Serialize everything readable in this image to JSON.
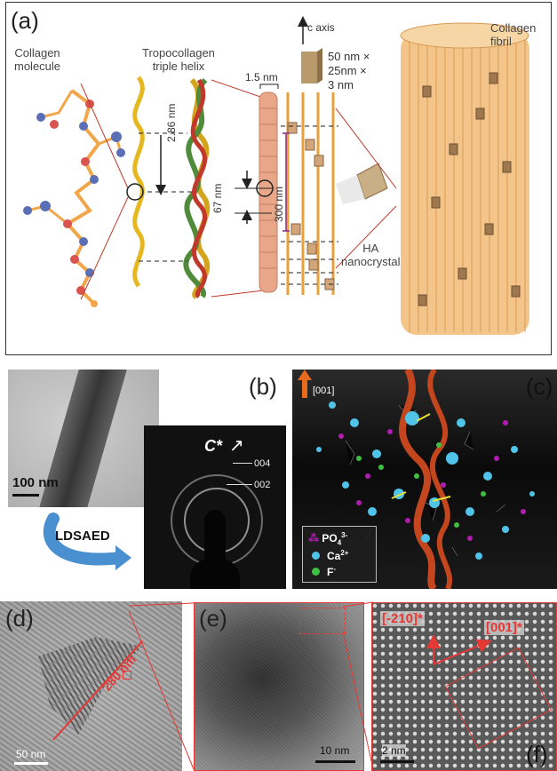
{
  "panel_a": {
    "label": "(a)",
    "collagen_molecule": "Collagen\nmolecule",
    "tropocollagen": "Tropocollagen\ntriple helix",
    "c_axis": "c axis",
    "crystal_dims": "50 nm ×\n25nm ×\n3 nm",
    "d_15": "1.5 nm",
    "d_286": "2.86 nm",
    "d_300": "300 nm",
    "d_67": "67 nm",
    "ha": "HA\nnanocrystal",
    "fibril": "Collagen\nfibril"
  },
  "panel_b": {
    "label": "(b)",
    "scale": "100 nm",
    "method": "LDSAED",
    "c_star": "C*",
    "ring_004": "004",
    "ring_002": "002"
  },
  "panel_c": {
    "label": "(c)",
    "direction": "[001]",
    "legend": {
      "po4": "PO",
      "po4_sub": "4",
      "po4_sup": "3-",
      "ca": "Ca",
      "ca_sup": "2+",
      "f": "F",
      "f_sup": "-"
    },
    "colors": {
      "po4": "#b01cb0",
      "ca": "#4fc3e8",
      "f": "#3fbf3f",
      "helix": "#c4461f",
      "arrow": "#e86a1c"
    }
  },
  "panel_d": {
    "label": "(d)",
    "measure": "280 nm",
    "scale": "50 nm"
  },
  "panel_e": {
    "label": "(e)",
    "scale": "10 nm"
  },
  "panel_f": {
    "label": "(f)",
    "scale": "2 nm",
    "dir1": "[-210]*",
    "dir2": "[001]*"
  }
}
